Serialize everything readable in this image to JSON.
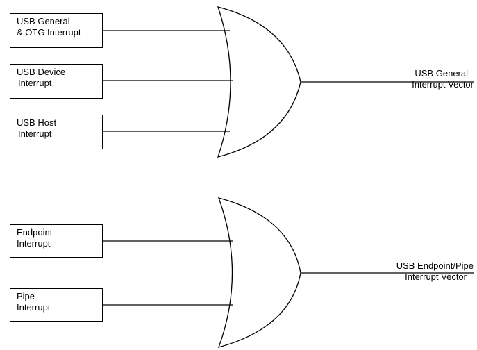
{
  "diagram": {
    "gate_top": {
      "inputs": [
        {
          "line1": "USB General",
          "line2": "& OTG Interrupt"
        },
        {
          "line1": "USB Device",
          "line2": "Interrupt"
        },
        {
          "line1": "USB Host",
          "line2": "Interrupt"
        }
      ],
      "output": {
        "line1": "USB General",
        "line2": "Interrupt Vector"
      }
    },
    "gate_bottom": {
      "inputs": [
        {
          "line1": "Endpoint",
          "line2": "Interrupt"
        },
        {
          "line1": "Pipe",
          "line2": "Interrupt"
        }
      ],
      "output": {
        "line1": "USB Endpoint/Pipe",
        "line2": "Interrupt Vector"
      }
    },
    "colors": {
      "stroke": "#000000",
      "background": "#ffffff"
    }
  }
}
